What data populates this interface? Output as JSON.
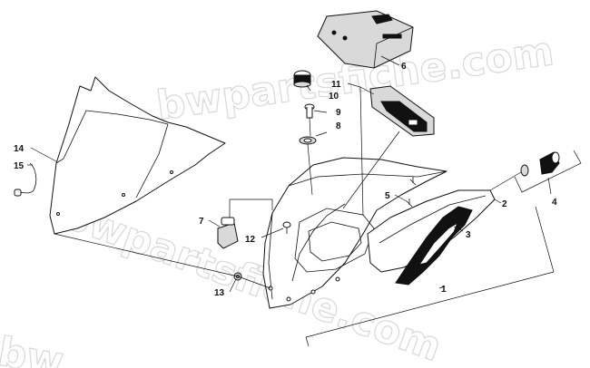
{
  "watermark": {
    "text": "bwpartsfiche.com",
    "fragment": "bw"
  },
  "callouts": [
    {
      "id": "1",
      "label": "1"
    },
    {
      "id": "2",
      "label": "2"
    },
    {
      "id": "3",
      "label": "3"
    },
    {
      "id": "4",
      "label": "4"
    },
    {
      "id": "5",
      "label": "5"
    },
    {
      "id": "6",
      "label": "6"
    },
    {
      "id": "7",
      "label": "7"
    },
    {
      "id": "8",
      "label": "8"
    },
    {
      "id": "9",
      "label": "9"
    },
    {
      "id": "10",
      "label": "10"
    },
    {
      "id": "11",
      "label": "11"
    },
    {
      "id": "12",
      "label": "12"
    },
    {
      "id": "13",
      "label": "13"
    },
    {
      "id": "14",
      "label": "14"
    },
    {
      "id": "15",
      "label": "15"
    }
  ]
}
